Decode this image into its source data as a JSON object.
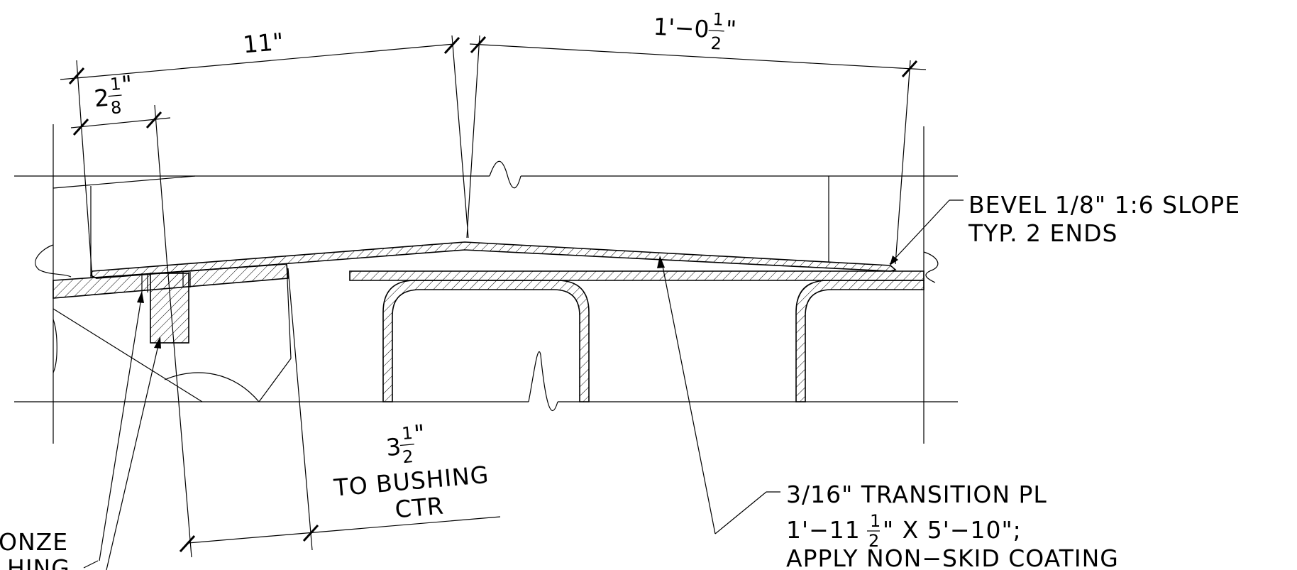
{
  "dimensions": {
    "dim_11": "11\"",
    "dim_1_0_half": {
      "whole": "1'−0",
      "num": "1",
      "den": "2",
      "unit": "\""
    },
    "dim_2_eighth": {
      "whole": "2",
      "num": "1",
      "den": "8",
      "unit": "\""
    },
    "dim_3_half": {
      "whole": "3",
      "num": "1",
      "den": "2",
      "unit": "\""
    }
  },
  "labels": {
    "bushing_to": "TO BUSHING",
    "bushing_ctr": "CTR",
    "bevel_line1": "BEVEL 1/8\" 1:6 SLOPE",
    "bevel_line2": "TYP. 2 ENDS",
    "transition_line1": "3/16\" TRANSITION PL",
    "transition_line2_a": "1'−11",
    "transition_line2_num": "1",
    "transition_line2_den": "2",
    "transition_line2_b": "\" X 5'−10\";",
    "transition_line3": "APPLY NON−SKID COATING",
    "bronze_partial": "ONZE",
    "bushing_partial": "HING"
  }
}
